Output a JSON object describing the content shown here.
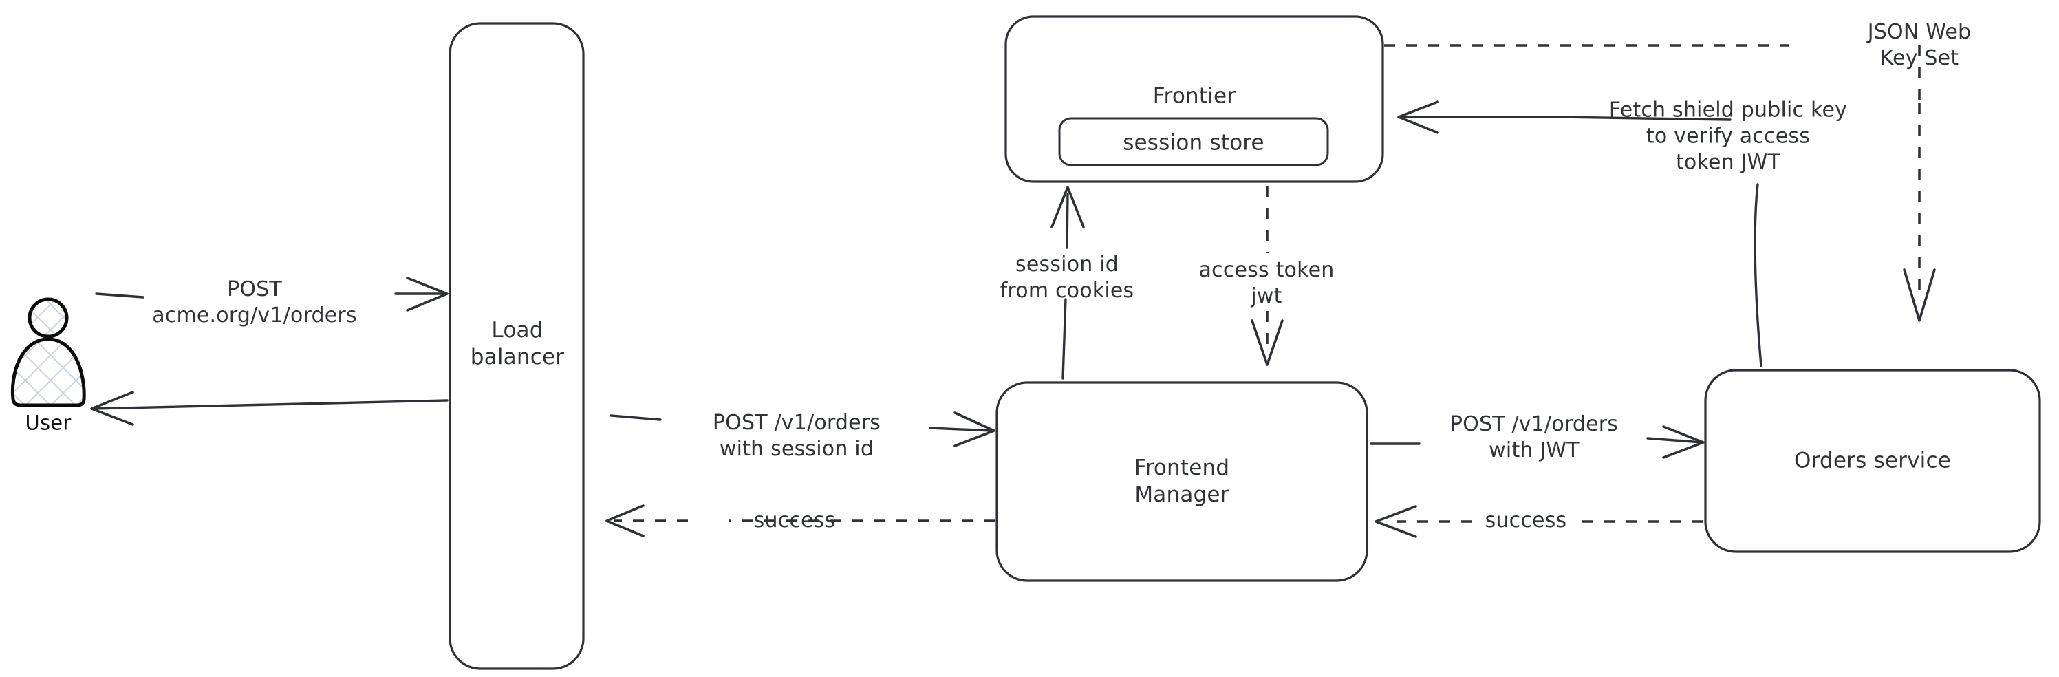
{
  "diagram": {
    "title": "Order request authentication flow",
    "style": "hand-drawn whiteboard sketch",
    "background_color": "#ffffff",
    "stroke_color": "#2e3238",
    "text_color": "#30343a",
    "actor_fill_color": "#ccd4dd"
  },
  "nodes": {
    "user": {
      "label": "User"
    },
    "load_balancer": {
      "label": "Load\nbalancer"
    },
    "frontier": {
      "label": "Frontier"
    },
    "session_store": {
      "label": "session store"
    },
    "frontend_manager": {
      "label": "Frontend\nManager"
    },
    "orders_service": {
      "label": "Orders service"
    }
  },
  "edges": {
    "user_to_lb": {
      "label": "POST\nacme.org/v1/orders",
      "style": "solid",
      "direction": "right"
    },
    "lb_to_user": {
      "label": "",
      "style": "solid",
      "direction": "left"
    },
    "lb_to_fm": {
      "label": "POST /v1/orders\nwith session id",
      "style": "solid",
      "direction": "right"
    },
    "fm_to_lb": {
      "label": "success",
      "style": "dashed",
      "direction": "left"
    },
    "fm_to_frontier": {
      "label": "session id\nfrom cookies",
      "style": "solid",
      "direction": "up"
    },
    "frontier_to_fm": {
      "label": "access token\njwt",
      "style": "dashed",
      "direction": "down"
    },
    "fm_to_orders": {
      "label": "POST /v1/orders\nwith JWT",
      "style": "solid",
      "direction": "right"
    },
    "orders_to_fm": {
      "label": "success",
      "style": "dashed",
      "direction": "left"
    },
    "orders_to_frontier": {
      "label": "Fetch shield public key\nto verify access\ntoken JWT",
      "style": "solid",
      "direction": "left"
    },
    "frontier_to_orders": {
      "label": "JSON Web Key Set",
      "style": "dashed",
      "direction": "down"
    }
  }
}
